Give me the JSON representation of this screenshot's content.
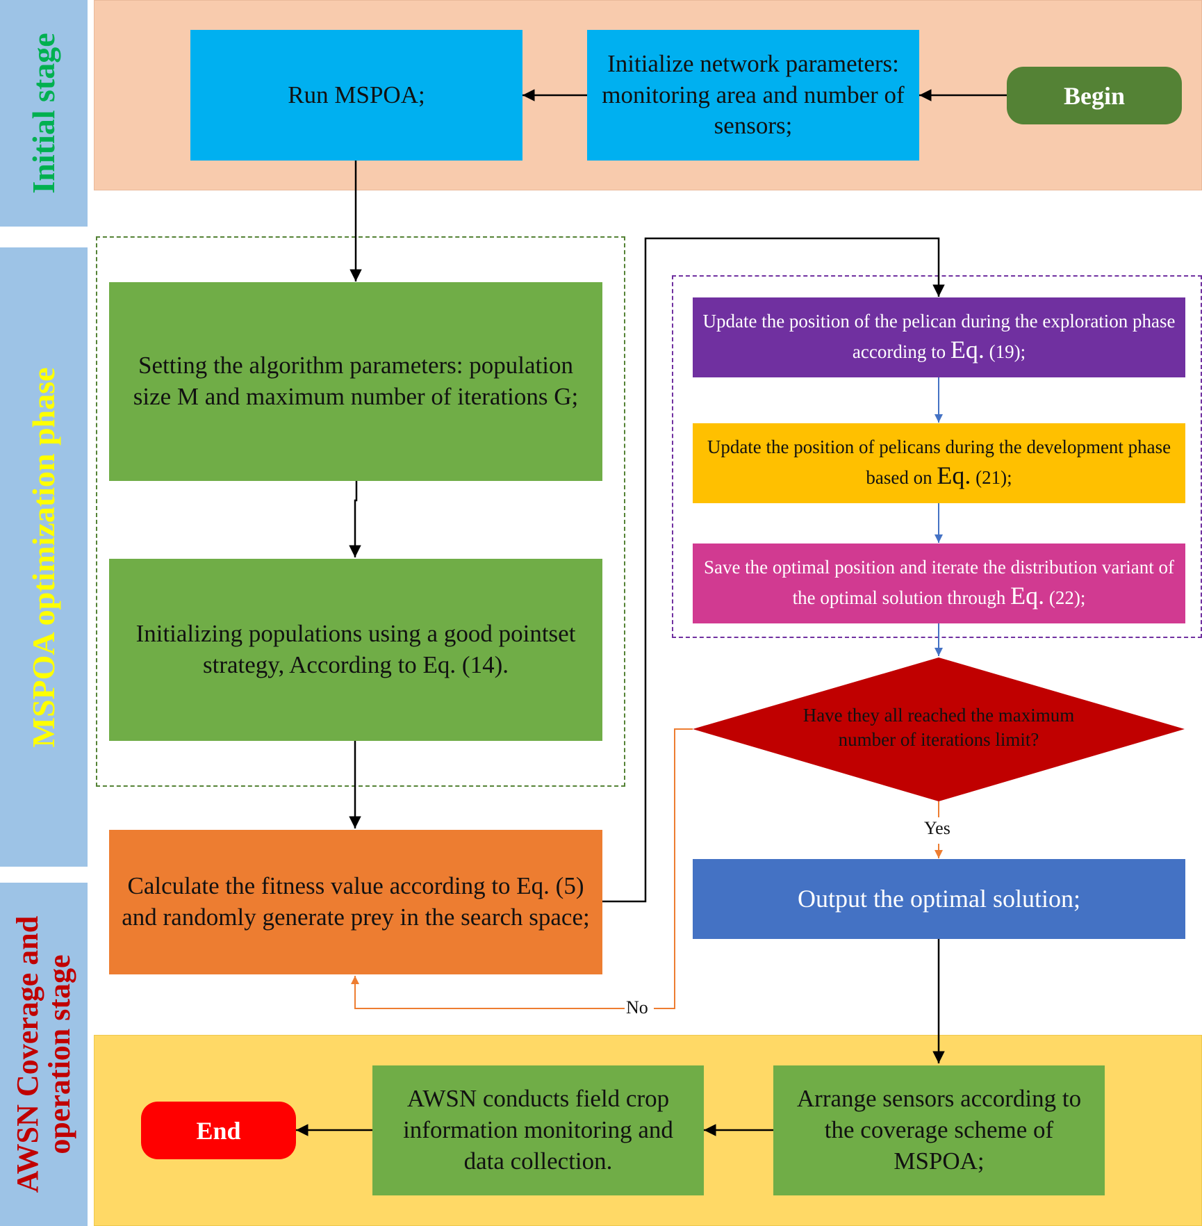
{
  "stages": {
    "initial": "Initial stage",
    "optimization": {
      "part1": "MSPOA",
      "part2": " optimization phase"
    },
    "coverage": {
      "line1": "AWSN Coverage and",
      "line2": "operation stage"
    }
  },
  "nodes": {
    "begin": "Begin",
    "init_network": "Initialize network parameters: monitoring area and number of sensors;",
    "run_mspoa": "Run MSPOA;",
    "set_params": "Setting the algorithm parameters: population size M and maximum number of iterations G;",
    "init_populations": "Initializing populations using a good pointset strategy,  According to Eq. (14).",
    "calc_fitness": "Calculate the fitness value according to Eq. (5) and randomly generate prey in the search space;",
    "update_exploration": {
      "text": "Update the position of the pelican during the exploration phase according to ",
      "eq": "Eq.",
      "ref": " (19);"
    },
    "update_development": {
      "text": "Update the position of pelicans during the development phase based on ",
      "eq": "Eq.",
      "ref": " (21);"
    },
    "save_optimal": {
      "text": "Save the optimal position and iterate the distribution variant of the optimal solution through ",
      "eq": "Eq.",
      "ref": " (22);"
    },
    "decision": {
      "line1": "Have they all reached the maximum",
      "line2": "number of iterations limit?"
    },
    "output_optimal": "Output the optimal solution;",
    "arrange_sensors": "Arrange sensors according to the coverage scheme of MSPOA;",
    "awsn_monitoring": "AWSN conducts field crop information monitoring and data collection.",
    "end": "End"
  },
  "edge_labels": {
    "yes": "Yes",
    "no": "No"
  },
  "colors": {
    "stage_bar": "#9dc3e6",
    "initial_band": "#f8cbad",
    "coverage_band": "#ffd966",
    "cyan_box": "#00b0f0",
    "green_box": "#70ad47",
    "orange_box": "#ed7d31",
    "purple_box": "#7030a0",
    "gold_box": "#ffc000",
    "magenta_box": "#d13a91",
    "decision": "#c00000",
    "output_box": "#4472c4",
    "begin": "#548235",
    "end": "#ff0000",
    "initial_text": "#00b050",
    "mspoa_text": "#ffff00"
  }
}
